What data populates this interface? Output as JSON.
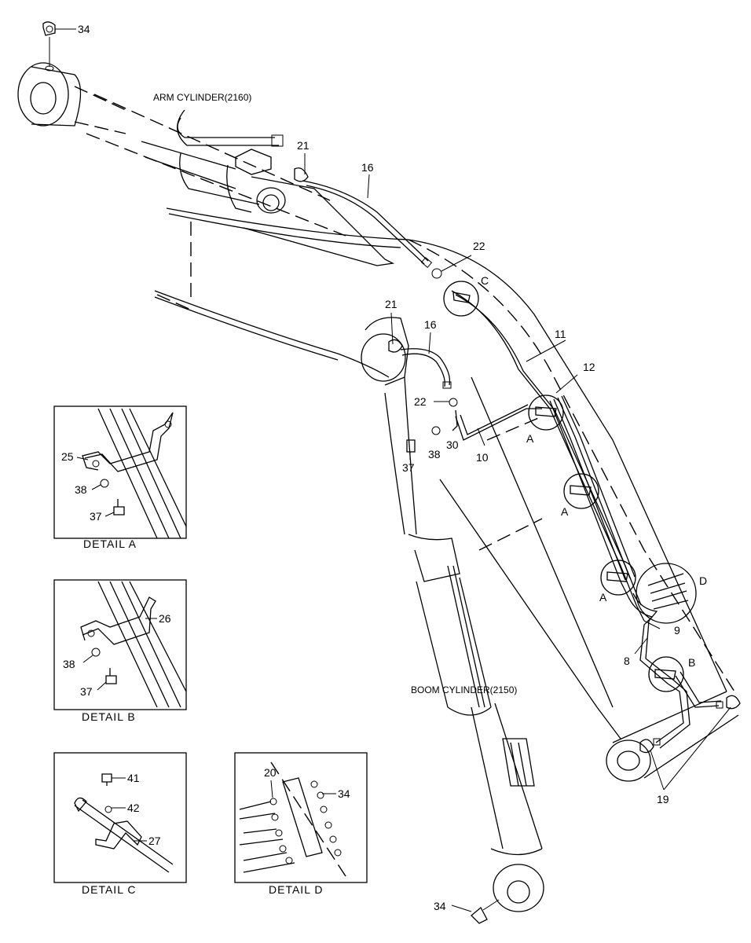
{
  "titles": {
    "arm_cylinder": "ARM CYLINDER(2160)",
    "boom_cylinder": "BOOM CYLINDER(2150)"
  },
  "details": {
    "a": "DETAIL  A",
    "b": "DETAIL  B",
    "c": "DETAIL  C",
    "d": "DETAIL  D"
  },
  "callouts": {
    "c34_top": "34",
    "c21_top": "21",
    "c16_top": "16",
    "c22_top": "22",
    "cC": "C",
    "c11": "11",
    "c12": "12",
    "c21_mid": "21",
    "c16_mid": "16",
    "c22_mid": "22",
    "cA1": "A",
    "c38_mid": "38",
    "c30": "30",
    "c10": "10",
    "c37_mid": "37",
    "cA2": "A",
    "cA3": "A",
    "cD": "D",
    "c9": "9",
    "c8": "8",
    "cB": "B",
    "c19": "19",
    "c34_bot": "34",
    "dA_25": "25",
    "dA_38": "38",
    "dA_37": "37",
    "dB_26": "26",
    "dB_38": "38",
    "dB_37": "37",
    "dC_41": "41",
    "dC_42": "42",
    "dC_27": "27",
    "dD_20": "20",
    "dD_34": "34"
  }
}
